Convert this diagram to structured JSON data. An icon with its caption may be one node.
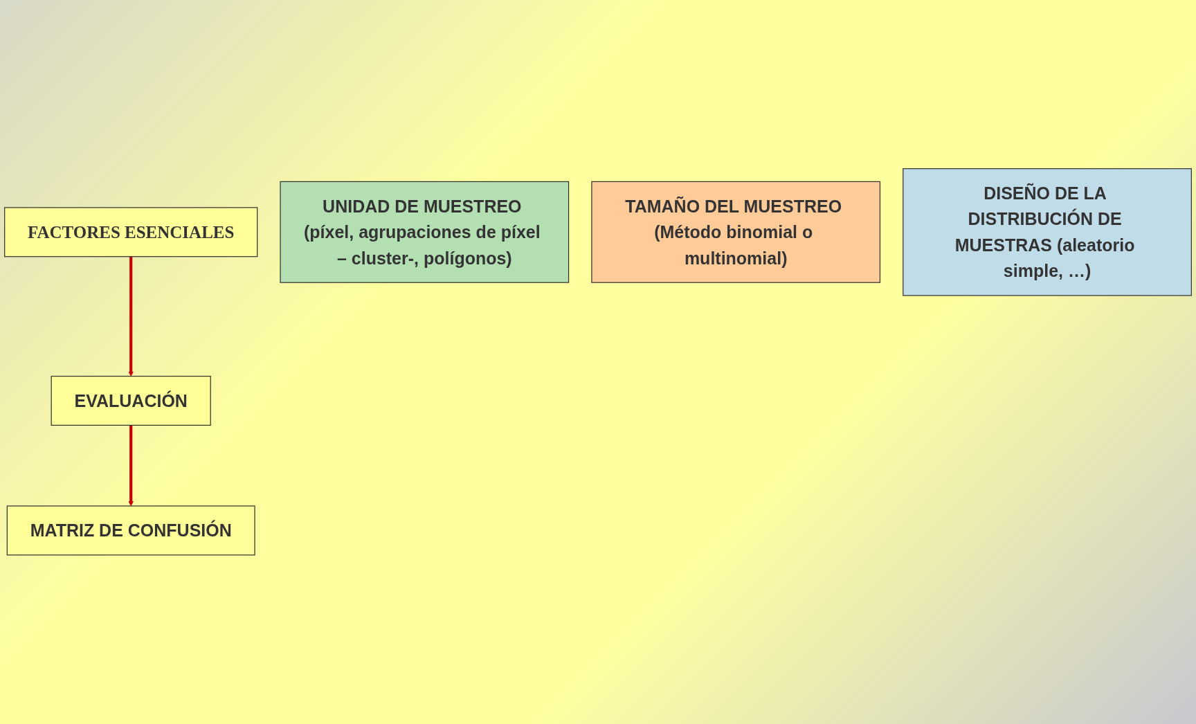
{
  "diagram": {
    "nodes": [
      {
        "text": [
          "FACTORES ESENCIALES"
        ]
      },
      {
        "text": [
          "UNIDAD DE MUESTREO (píxel, agrupaciones de píxel – cluster-, polígonos)"
        ]
      },
      {
        "text": [
          "TAMAÑO DEL MUESTREO (Método binomial o multinomial)"
        ]
      },
      {
        "text": [
          "DISEÑO DE LA DISTRIBUCIÓN DE MUESTRAS (aleatorio simple, …)"
        ]
      },
      {
        "text": [
          "EVALUACIÓN"
        ]
      },
      {
        "text": [
          "MATRIZ DE CONFUSIÓN"
        ]
      }
    ],
    "edges": [
      {
        "from": 0,
        "to": 4,
        "arrow": "to"
      },
      {
        "from": 4,
        "to": 5,
        "arrow": "to"
      }
    ]
  }
}
